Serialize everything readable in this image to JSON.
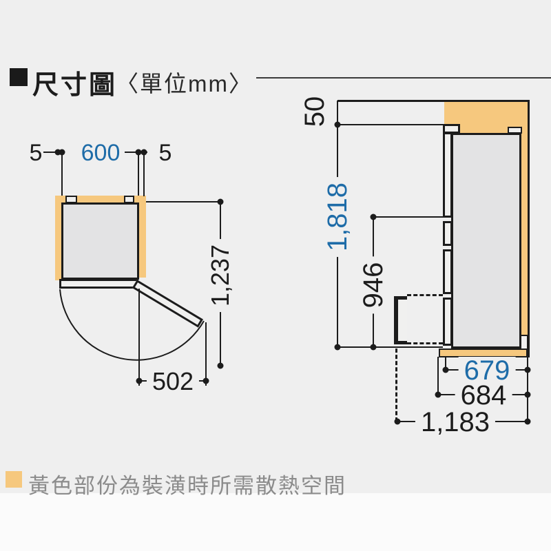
{
  "title": {
    "heading": "尺寸圖",
    "unit_label": "〈單位mm〉"
  },
  "colors": {
    "background": "#EFEFEF",
    "clearance_yellow": "#F6C87E",
    "dimension_blue": "#1E6CA8",
    "line_black": "#1C1C1C",
    "note_gray": "#8B8B8B"
  },
  "top_view": {
    "left_clearance": "5",
    "width": "600",
    "right_clearance": "5",
    "swing_depth": "1,237",
    "door_open_width": "502"
  },
  "side_view": {
    "top_clearance": "50",
    "height": "1,818",
    "freezer_top_height": "946",
    "body_depth": "679",
    "depth_with_base": "684",
    "depth_drawer_open": "1,183"
  },
  "note": {
    "text": "黃色部份為裝潢時所需散熱空間"
  }
}
